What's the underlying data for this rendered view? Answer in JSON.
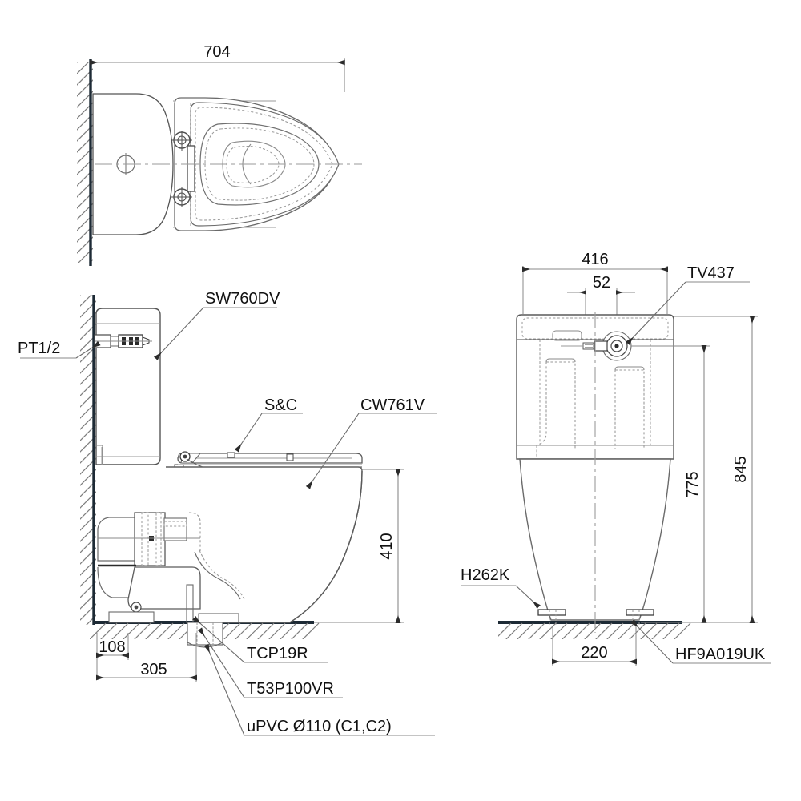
{
  "drawing": {
    "title": "Toilet Suite Installation Drawing",
    "views": {
      "top": {
        "name": "top-view"
      },
      "side": {
        "name": "side-elevation-view"
      },
      "front": {
        "name": "front-elevation-view"
      }
    }
  },
  "dimensions": {
    "top_width": "704",
    "seat_height": "410",
    "outlet_from_wall": "108",
    "outlet_center": "305",
    "tank_width": "416",
    "inlet_offset": "52",
    "overall_height": "845",
    "tank_top_height": "775",
    "feet_spacing": "220"
  },
  "labels": {
    "inlet_thread": "PT1/2",
    "cistern": "SW760DV",
    "seat_cover": "S&C",
    "pan": "CW761V",
    "flush_valve": "TV437",
    "pan_connector": "TCP19R",
    "pipe_fitting": "T53P100VR",
    "waste_pipe": "uPVC Ø110 (C1,C2)",
    "floor_fixing": "H262K",
    "floor_bolt_kit": "HF9A019UK"
  },
  "colors": {
    "line": "#2b2b2b",
    "thin_line": "#8a8a8a",
    "hidden_line": "#9a9a9a",
    "center_line": "#9a9a9a",
    "solid_fill": "#1d2a35",
    "background": "#ffffff"
  }
}
